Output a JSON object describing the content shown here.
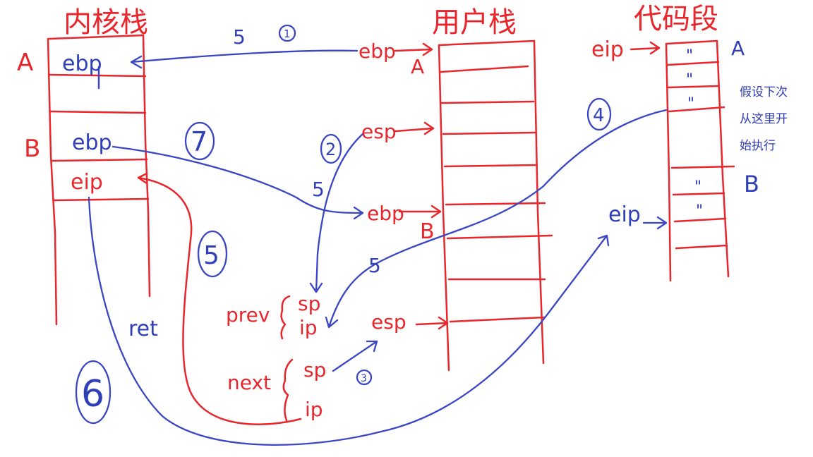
{
  "labels": {
    "kernel_stack_title": "内核栈",
    "user_stack_title": "用户栈",
    "code_segment_title": "代码段",
    "kernel_row_A": "A",
    "kernel_row_B": "B",
    "kernel_ebp_A": "ebp",
    "kernel_ebp_B": "ebp",
    "kernel_eip": "eip",
    "user_ebp_top": "ebp",
    "user_A": "A",
    "user_esp_mid": "esp",
    "user_ebp_mid": "ebp",
    "user_B": "B",
    "user_esp_low": "esp",
    "code_eip_top": "eip",
    "code_A": "A",
    "code_B": "B",
    "code_eip_mid": "eip",
    "code_marks": [
      "\"",
      "\"",
      "\"",
      "\"",
      "\""
    ],
    "prev": "prev",
    "next": "next",
    "sp_prev": "sp",
    "ip_prev": "ip",
    "sp_next": "sp",
    "ip_next": "ip",
    "ret": "ret",
    "five_top": "5",
    "five_mid": "5",
    "five_low": "5",
    "step_1": "1",
    "step_2": "2",
    "step_3": "3",
    "step_4": "4",
    "step_5": "5",
    "step_6": "6",
    "step_7": "7"
  },
  "note": {
    "lines": [
      "假设下次",
      "从这里开",
      "始执行"
    ]
  },
  "colors": {
    "red": "#e8262b",
    "blue": "#2f3fb8"
  }
}
